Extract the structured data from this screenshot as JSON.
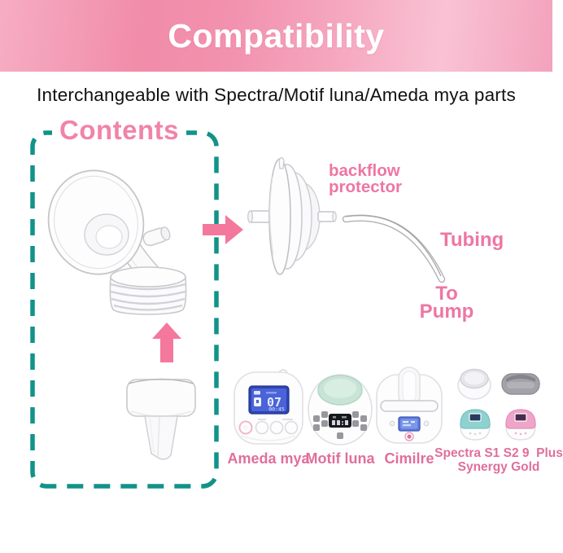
{
  "header": {
    "title": "Compatibility"
  },
  "subtitle": "Interchangeable with Spectra/Motif luna/Ameda mya parts",
  "contents": {
    "label": "Contents"
  },
  "annotations": {
    "backflow": {
      "line1": "backflow",
      "line2": "protector"
    },
    "tubing": "Tubing",
    "to_pump": {
      "line1": "To",
      "line2": "Pump"
    }
  },
  "pumps": [
    {
      "label": "Ameda mya",
      "screen": {
        "level": "07",
        "timer": "00:45"
      }
    },
    {
      "label": "Motif luna"
    },
    {
      "label": "Cimilre"
    },
    {
      "label": "Spectra S1 S2 9  Plus",
      "label2": "Synergy Gold"
    }
  ],
  "colors": {
    "banner_pink": "#f18ca9",
    "banner_pink_light": "#f9c2d4",
    "accent_arrow_pink": "#f4789c",
    "annotation_pink": "#ee76a3",
    "caption_pink": "#e06f9b",
    "contents_pink": "#f183a9",
    "dash_teal": "#119389"
  }
}
